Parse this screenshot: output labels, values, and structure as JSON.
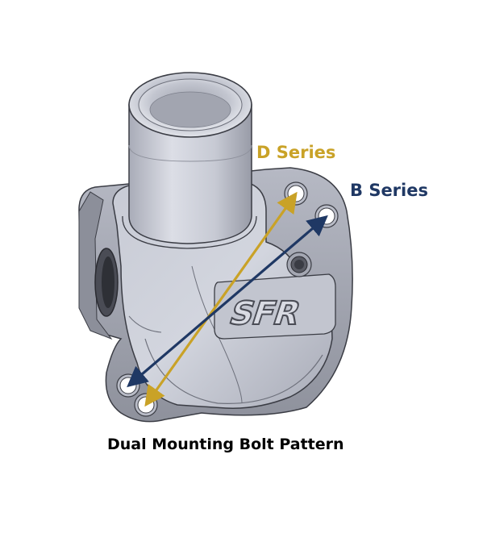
{
  "labels": {
    "d_series": "D Series",
    "b_series": "B Series",
    "caption": "Dual Mounting Bolt Pattern",
    "logo_text": "SFR"
  },
  "colors": {
    "d_series": "#C9A227",
    "b_series": "#1F3864",
    "caption": "#000000",
    "metal_light": "#D3D5DE",
    "metal_mid": "#B4B7C3",
    "metal_dark": "#7D808C",
    "outline": "#3A3C44"
  },
  "icons": {
    "product": "thermostat-housing-render",
    "logo": "sfr-logo"
  }
}
